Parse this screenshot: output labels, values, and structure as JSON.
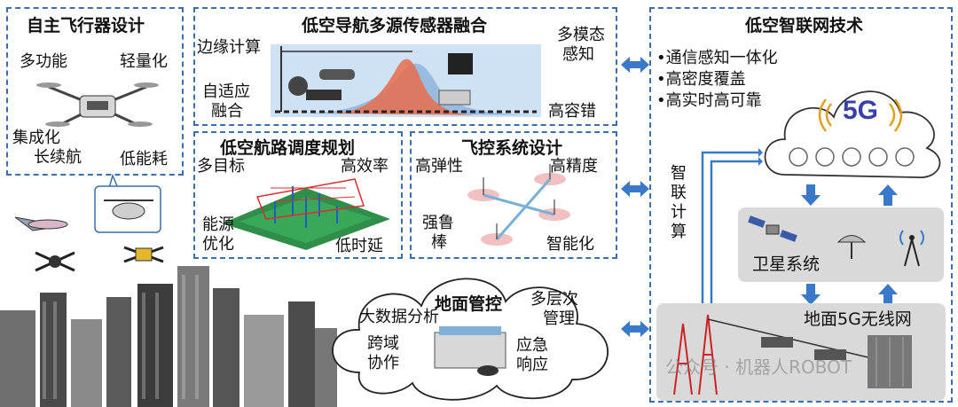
{
  "panels": {
    "aircraft": {
      "title": "自主飞行器设计",
      "labels": [
        "多功能",
        "轻量化",
        "集成化",
        "长续航",
        "低能耗"
      ]
    },
    "sensor_fusion": {
      "title": "低空导航多源传感器融合",
      "labels": [
        "边缘计算",
        "自适应",
        "融合",
        "多模态",
        "感知",
        "高容错"
      ]
    },
    "route_planning": {
      "title": "低空航路调度规划",
      "labels": [
        "多目标",
        "高效率",
        "能源",
        "优化",
        "低时延"
      ]
    },
    "flight_control": {
      "title": "飞控系统设计",
      "labels": [
        "高弹性",
        "高精度",
        "强鲁",
        "棒",
        "智能化"
      ]
    },
    "ground_control": {
      "title": "地面管控",
      "labels": [
        "大数据分析",
        "多层次",
        "管理",
        "跨域",
        "协作",
        "应急",
        "响应"
      ]
    },
    "network": {
      "title": "低空智联网技术",
      "bullets": [
        "•通信感知一体化",
        "•高密度覆盖",
        "•高实时高可靠"
      ],
      "cloud_label": "5G",
      "side_label": [
        "智",
        "联",
        "计",
        "算"
      ],
      "satellite_label": "卫星系统",
      "ground_label": "地面5G无线网"
    }
  },
  "watermark": "公众号 · 机器人ROBOT",
  "colors": {
    "panel_border": "#3a6fb0",
    "arrow": "#3a78c8",
    "gray_box": "#d9d9d9"
  }
}
